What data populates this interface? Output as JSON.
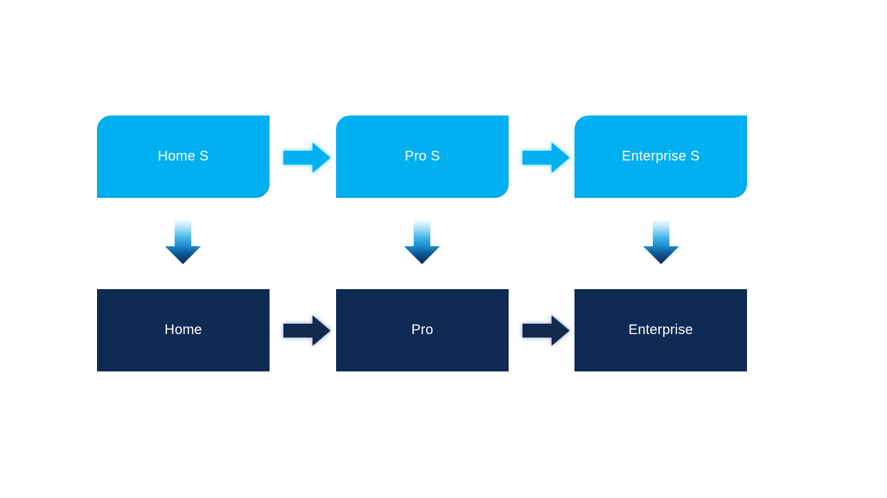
{
  "diagram": {
    "description": "Edition upgrade flow diagram",
    "colors": {
      "top_box_fill": "#00B0F0",
      "bottom_box_fill": "#0F2B54",
      "label_text": "#FFFFFF",
      "blue_arrow_glow": "#8CDBFA",
      "navy_arrow_glow": "#A8B9D2",
      "background": "#FFFFFF"
    },
    "top_row": {
      "items": [
        {
          "label": "Home S"
        },
        {
          "label": "Pro S"
        },
        {
          "label": "Enterprise S"
        }
      ]
    },
    "bottom_row": {
      "items": [
        {
          "label": "Home"
        },
        {
          "label": "Pro"
        },
        {
          "label": "Enterprise"
        }
      ]
    }
  }
}
